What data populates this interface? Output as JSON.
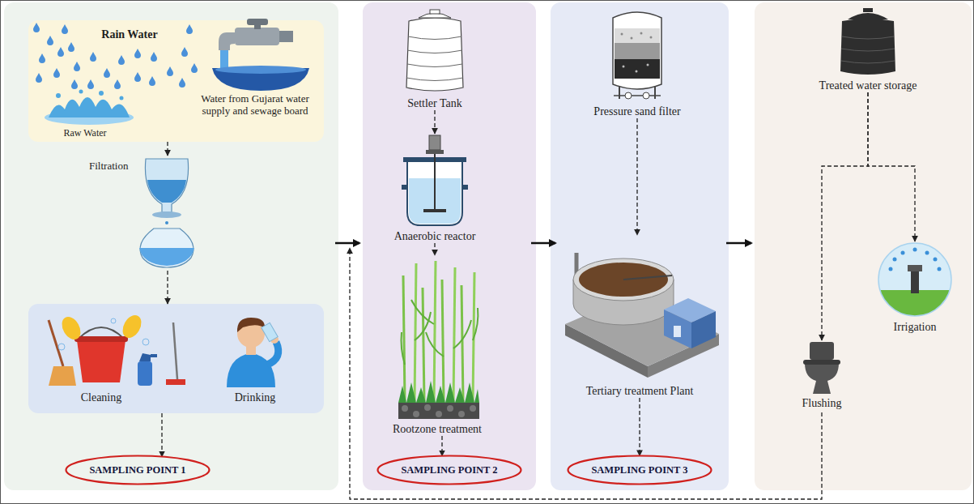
{
  "diagram": {
    "nodes": [
      {
        "text": [
          "Rain Water",
          "Raw Water",
          "Water from Gujarat water supply and sewage board"
        ]
      },
      {
        "text": [
          "Filtration"
        ]
      },
      {
        "text": [
          "Cleaning",
          "Drinking"
        ]
      },
      {
        "text": [
          "SAMPLING POINT 1"
        ]
      },
      {
        "text": [
          "Settler Tank"
        ]
      },
      {
        "text": [
          "Anaerobic reactor"
        ]
      },
      {
        "text": [
          "Rootzone treatment"
        ]
      },
      {
        "text": [
          "SAMPLING POINT 2"
        ]
      },
      {
        "text": [
          "Pressure sand filter"
        ]
      },
      {
        "text": [
          "Tertiary treatment Plant"
        ]
      },
      {
        "text": [
          "SAMPLING POINT 3"
        ]
      },
      {
        "text": [
          "Treated water storage"
        ]
      },
      {
        "text": [
          "Irrigation"
        ]
      },
      {
        "text": [
          "Flushing"
        ]
      }
    ],
    "edges": [
      {
        "from": 0,
        "to": 1,
        "arrow": "to"
      },
      {
        "from": 1,
        "to": 2,
        "arrow": "to"
      },
      {
        "from": 2,
        "to": 3,
        "arrow": "to"
      },
      {
        "from": 4,
        "to": 5,
        "arrow": "to"
      },
      {
        "from": 5,
        "to": 6,
        "arrow": "to"
      },
      {
        "from": 6,
        "to": 7,
        "arrow": "to"
      },
      {
        "from": 8,
        "to": 9,
        "arrow": "to"
      },
      {
        "from": 9,
        "to": 10,
        "arrow": "to"
      },
      {
        "from": 11,
        "to": 13,
        "arrow": "to"
      },
      {
        "from": 11,
        "to": 12,
        "arrow": "to"
      }
    ]
  }
}
